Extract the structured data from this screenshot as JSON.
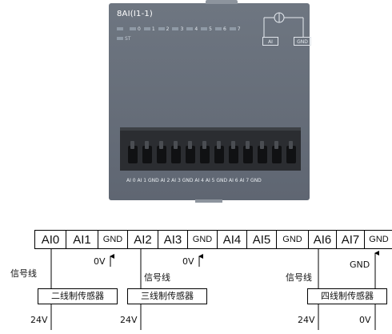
{
  "module": {
    "title": "8AI(I1-1)",
    "led_channels": [
      "0",
      "1",
      "2",
      "3",
      "4",
      "5",
      "6",
      "7"
    ],
    "st_label": "ST",
    "symbol_ai": "AI",
    "symbol_gnd": "GND",
    "terminal_labels": "AI 0  AI 1  GND  AI 2  AI 3  GND  AI 4  AI 5  GND  AI 6  AI 7  GND",
    "colors": {
      "housing": "#636a75",
      "connector": "#2b2d31"
    }
  },
  "terminals": [
    "AI0",
    "AI1",
    "GND",
    "AI2",
    "AI3",
    "GND",
    "AI4",
    "AI5",
    "GND",
    "AI6",
    "AI7",
    "GND"
  ],
  "wiring": {
    "signal_label": "信号线",
    "zero_v": "0V",
    "gnd": "GND",
    "v24": "24V",
    "sensors": [
      "二线制传感器",
      "三线制传感器",
      "四线制传感器"
    ]
  }
}
